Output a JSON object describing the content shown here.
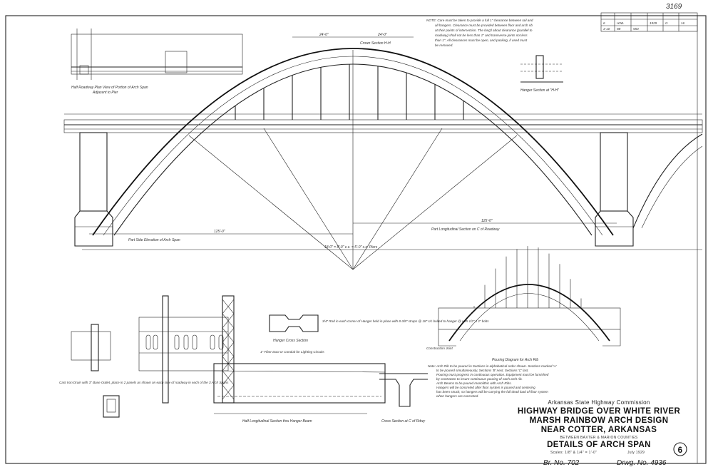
{
  "sheet": {
    "sheet_number_handwritten": "3169",
    "revision_table": {
      "rows": [
        [
          "6",
          "HWL",
          "",
          "1929",
          "G",
          "16"
        ],
        [
          "3-10",
          "9E",
          "550",
          "",
          "",
          ""
        ]
      ]
    },
    "notes": [
      "NOTE: Care must be taken to provide a full 1\" clearance between rail and",
      "all hangers. Clearance must be provided between floor and arch rib",
      "at their points of intersection. The long'l about clearance (parallel to",
      "roadway) shall not be less than 1\" and transverse joints not less",
      "than 1\". All clearances must be open, and packing, if used must",
      "be removed."
    ]
  },
  "views": {
    "plan_view_title": "Half Roadway Plan View of Portion of Arch Span",
    "plan_view_subtitle": "Adjacent to Pier",
    "side_elevation_title": "Part Side Elevation of Arch Span",
    "longitudinal_section_title": "Part Longitudinal Section on C of Roadway",
    "hanger_section_title": "Hanger Section at \"H-H\"",
    "hanger_cross_section_title": "Hanger Cross Section",
    "half_longitudinal_title": "Half Longitudinal Section thru Hanger Beam",
    "cross_section_title": "Cross Section at C of Rdwy",
    "pouring_diagram_title": "Pouring Diagram for Arch Rib",
    "dim_left": "125'-0\"",
    "dim_right": "125'-0\"",
    "dim_bottom": "18-0\" = 8'-0\" c.c. = 5'-0\" c.c. Piers",
    "dim_top_left": "24'-0\"",
    "dim_top_right": "24'-0\"",
    "crown_label": "Crown Section H-H",
    "construction_joint": "Construction Joint",
    "conduit_label": "1\" Fiber Duct or Conduit for Lighting Circuits",
    "hanger_note": "3/4\" Rod in each corner of Hanger held in place with 8-3/8\" straps @ 18\" c/c bolted to hanger @ with 1/2\" x 2\" bolts",
    "drain_note": "Cast Iron Drain with 3\" Base Outlet, place in 2 panels as shown on each side of roadway in each of the 3 Arch Spans"
  },
  "pouring_note": [
    "Note: Arch Rib to be poured in Sections in alphabetical order shown. Sections marked 'A'",
    "to be poured simultaneously, Sections 'B' next, Sections 'C' last.",
    "Pouring must progress in continuous operation. Equipment must be furnished",
    "by Contractor to insure continuous pouring of each arch rib.",
    "Arch Beams to be poured monolithic with Arch Ribs.",
    "Hangers will be concreted after floor system is poured and centering",
    "has been struck, so hangers will be carrying the full dead load of floor system",
    "when hangers are concreted."
  ],
  "title_block": {
    "agency": "Arkansas State Highway Commission",
    "line1": "HIGHWAY BRIDGE OVER WHITE RIVER",
    "line2": "MARSH RAINBOW ARCH DESIGN",
    "line3": "NEAR COTTER, ARKANSAS",
    "counties": "BETWEEN BAXTER & MARION COUNTIES",
    "line4": "DETAILS OF ARCH SPAN",
    "scales": "Scales: 1/8\" & 1/4\" = 1'-0\"",
    "date": "July 1929",
    "bridge_no": "Br. No. 702",
    "drawing_no": "Drwg. No. 4936",
    "sheet_circle": "6"
  }
}
